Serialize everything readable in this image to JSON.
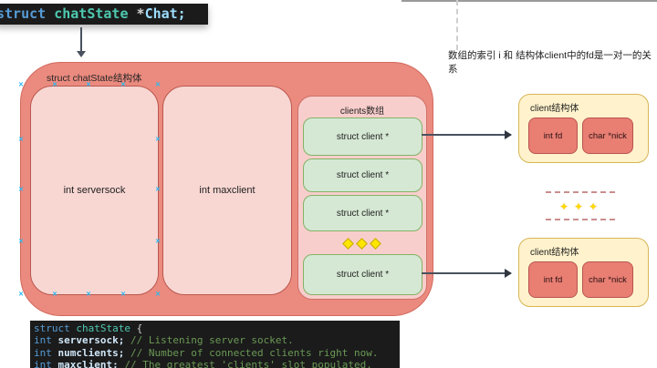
{
  "top_code": {
    "keyword": "struct",
    "type": " chatState",
    "punct": " *",
    "var": "Chat;"
  },
  "annotation": "数组的索引 i 和 结构体client中的fd是一对一的关系",
  "diagram": {
    "chat_state_box": {
      "title": "struct chatState结构体",
      "serversock_label": "int serversock",
      "maxclient_label": "int maxclient",
      "clients_box": {
        "title": "clients数组",
        "slot1": "struct client *",
        "slot2": "struct client *",
        "slot3": "struct client *",
        "slot4": "struct client *"
      }
    },
    "client_top": {
      "title": "client结构体",
      "fd": "int fd",
      "nick": "char *nick"
    },
    "client_bottom": {
      "title": "client结构体",
      "fd": "int fd",
      "nick": "char *nick"
    },
    "sparkle_glyph": "✦"
  },
  "bottom_code": {
    "line1": {
      "keyword": "struct",
      "type": " chatState",
      "punct": " {"
    },
    "line2": {
      "keyword": "int",
      "name": " serversock;",
      "comment": " // Listening server socket."
    },
    "line3": {
      "keyword": "int",
      "name": " numclients;",
      "comment": " // Number of connected clients right now."
    },
    "line4": {
      "keyword": "int",
      "name": " maxclient;",
      "comment": " // The greatest 'clients' slot populated."
    }
  },
  "colors": {
    "container_fill": "#EB8A7E",
    "member_fill": "#F8D7D3",
    "clients_fill": "#F8CECC",
    "slot_fill": "#D5E8D4",
    "slot_border": "#82B366",
    "client_fill": "#FFF2CC",
    "client_border": "#D6B656",
    "field_fill": "#E97E73",
    "code_bg": "#1b1b1b",
    "keyword": "#569CD6",
    "type_name": "#4EC9B0",
    "comment": "#6A9955",
    "handle": "#2CB8F0",
    "diamond": "#FFE600"
  }
}
